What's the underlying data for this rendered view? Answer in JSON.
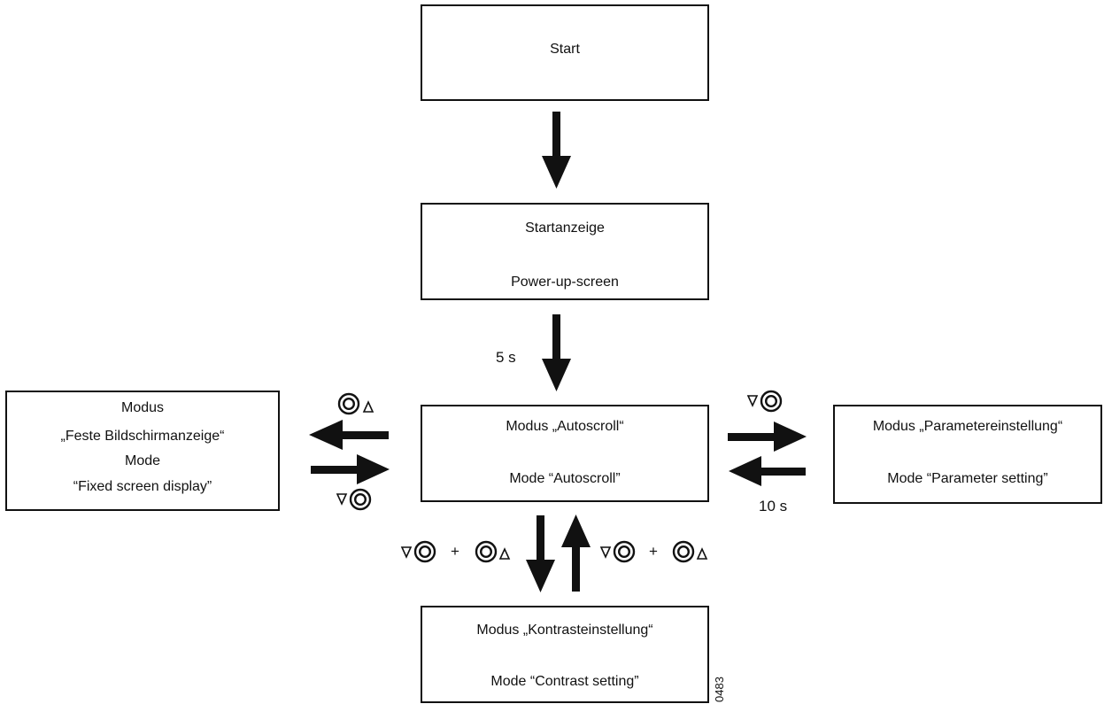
{
  "nodes": {
    "start": {
      "label": "Start"
    },
    "startanzeige": {
      "line1": "Startanzeige",
      "line2": "Power-up-screen"
    },
    "autoscroll": {
      "line1": "Modus „Autoscroll“",
      "line2": "Mode “Autoscroll”"
    },
    "fixed": {
      "line1": "Modus",
      "line2": "„Feste Bildschirmanzeige“",
      "line3": "Mode",
      "line4": "“Fixed screen display”"
    },
    "parameter": {
      "line1": "Modus „Parametereinstellung“",
      "line2": "Mode “Parameter setting”"
    },
    "contrast": {
      "line1": "Modus „Kontrasteinstellung“",
      "line2": "Mode “Contrast setting”"
    }
  },
  "labels": {
    "delay_5s": "5 s",
    "delay_10s": "10 s",
    "plus_left": "+",
    "plus_right": "+"
  },
  "figure_id": "0483",
  "icons": [
    "down-triangle-icon",
    "button-ring-icon",
    "up-triangle-icon"
  ]
}
